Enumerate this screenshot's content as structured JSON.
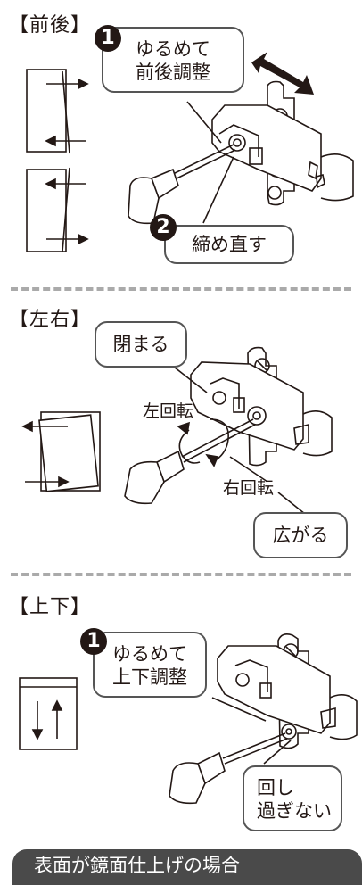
{
  "sections": [
    {
      "label": "【前後】",
      "step1_num": "1",
      "step1_lines": [
        "ゆるめて",
        "前後調整"
      ],
      "step2_num": "2",
      "step2_text": "締め直す"
    },
    {
      "label": "【左右】",
      "close_text": "閉まる",
      "left_turn": "左回転",
      "right_turn": "右回転",
      "open_text": "広がる"
    },
    {
      "label": "【上下】",
      "step1_num": "1",
      "step1_lines": [
        "ゆるめて",
        "上下調整"
      ],
      "caution_lines": [
        "回し",
        "過ぎない"
      ]
    }
  ],
  "footer": {
    "text": "表面が鏡面仕上げの場合"
  }
}
